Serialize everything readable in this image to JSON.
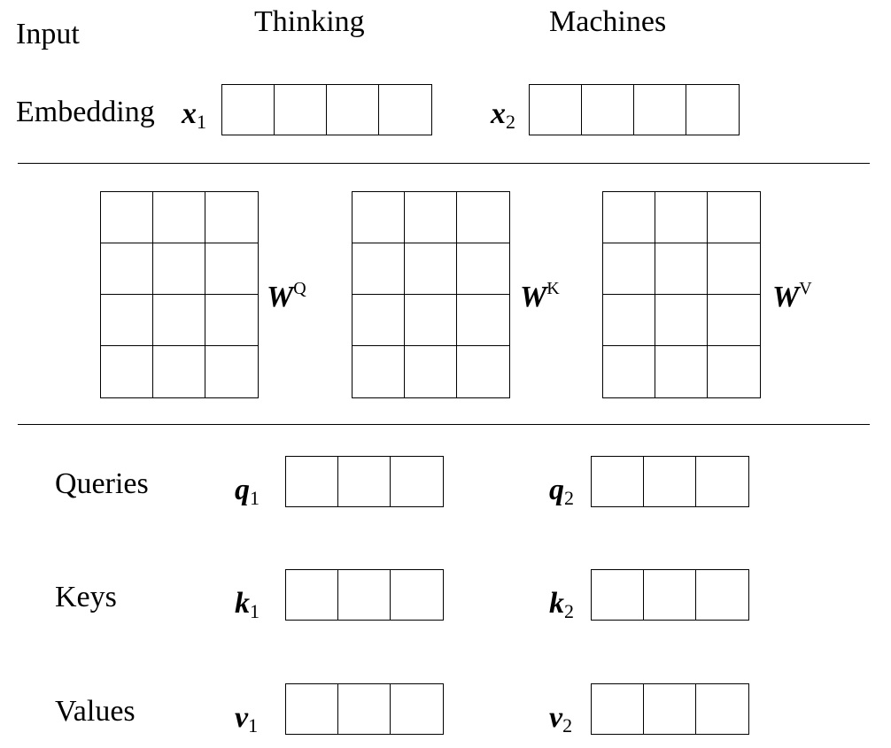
{
  "header": {
    "input_label": "Input",
    "word1": "Thinking",
    "word2": "Machines"
  },
  "embedding": {
    "label": "Embedding",
    "x1": {
      "base": "x",
      "sub": "1",
      "cells": 4
    },
    "x2": {
      "base": "x",
      "sub": "2",
      "cells": 4
    }
  },
  "weights": [
    {
      "base": "W",
      "sup": "Q"
    },
    {
      "base": "W",
      "sup": "K"
    },
    {
      "base": "W",
      "sup": "V"
    }
  ],
  "outputs": {
    "queries": {
      "label": "Queries",
      "v1": {
        "base": "q",
        "sub": "1"
      },
      "v2": {
        "base": "q",
        "sub": "2"
      }
    },
    "keys": {
      "label": "Keys",
      "v1": {
        "base": "k",
        "sub": "1"
      },
      "v2": {
        "base": "k",
        "sub": "2"
      }
    },
    "values": {
      "label": "Values",
      "v1": {
        "base": "v",
        "sub": "1"
      },
      "v2": {
        "base": "v",
        "sub": "2"
      }
    }
  }
}
